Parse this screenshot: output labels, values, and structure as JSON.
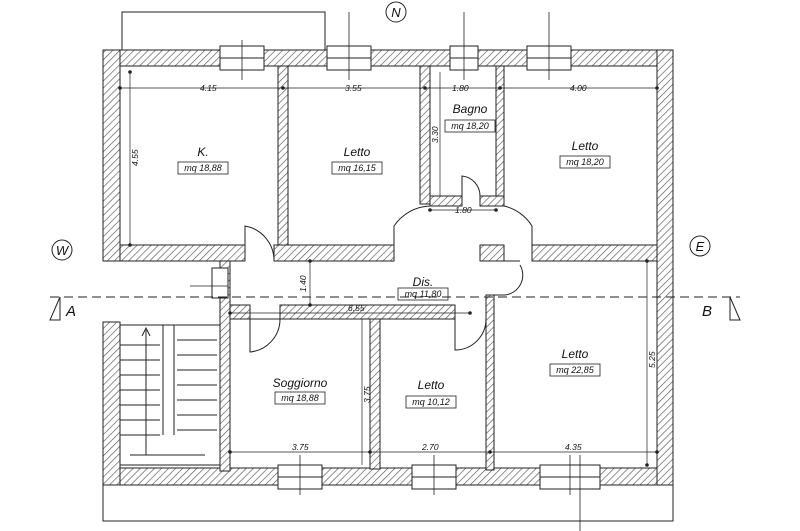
{
  "compass": {
    "north": "N",
    "west": "W",
    "east": "E"
  },
  "section": {
    "a": "A",
    "b": "B"
  },
  "rooms": {
    "kitchen": {
      "name": "K.",
      "area": "mq 18,88"
    },
    "letto1": {
      "name": "Letto",
      "area": "mq 16,15"
    },
    "bagno": {
      "name": "Bagno",
      "area": "mq 18,20"
    },
    "letto2": {
      "name": "Letto",
      "area": "mq 18,20"
    },
    "dis": {
      "name": "Dis.",
      "area": "mq 11,80"
    },
    "soggiorno": {
      "name": "Soggiorno",
      "area": "mq 18,88"
    },
    "letto3": {
      "name": "Letto",
      "area": "mq 10,12"
    },
    "letto4": {
      "name": "Letto",
      "area": "mq 22,85"
    }
  },
  "dimensions": {
    "top_kitchen": "4.15",
    "top_letto1": "3.55",
    "top_bagno": "1.80",
    "top_letto2": "4.00",
    "bagno_width": "1.80",
    "bagno_height": "3.30",
    "kitchen_height": "4.55",
    "dis_height": "1.40",
    "dis_width": "6.55",
    "soggiorno_height": "3.75",
    "letto4_height": "5.25",
    "bottom_soggiorno": "3.75",
    "bottom_letto3": "2.70",
    "bottom_letto4": "4.35"
  }
}
